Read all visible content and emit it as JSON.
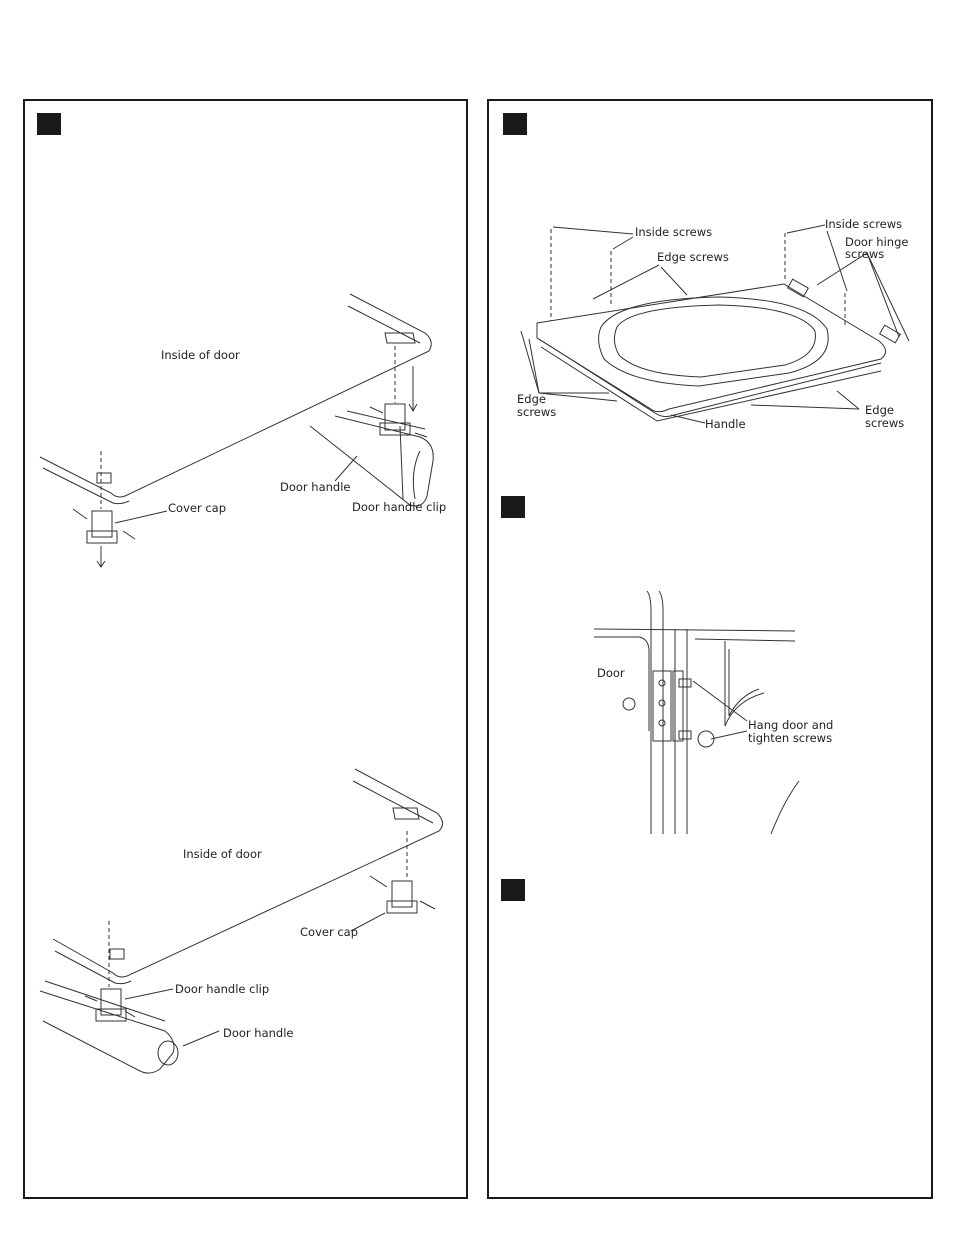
{
  "left_panel": {
    "top_figure": {
      "inside_of_door": "Inside of door",
      "door_handle": "Door handle",
      "door_handle_clip": "Door handle clip",
      "cover_cap": "Cover cap"
    },
    "bottom_figure": {
      "inside_of_door": "Inside of door",
      "cover_cap": "Cover cap",
      "door_handle_clip": "Door handle clip",
      "door_handle": "Door handle"
    }
  },
  "right_panel": {
    "door_figure": {
      "inside_screws_left": "Inside screws",
      "edge_screws_top": "Edge screws",
      "inside_screws_right": "Inside screws",
      "door_hinge_screws_1": "Door hinge",
      "door_hinge_screws_2": "screws",
      "edge_screws_left_1": "Edge",
      "edge_screws_left_2": "screws",
      "handle": "Handle",
      "edge_screws_right_1": "Edge",
      "edge_screws_right_2": "screws"
    },
    "hinge_figure": {
      "door": "Door",
      "hang_door_1": "Hang door and",
      "hang_door_2": "tighten screws"
    }
  }
}
